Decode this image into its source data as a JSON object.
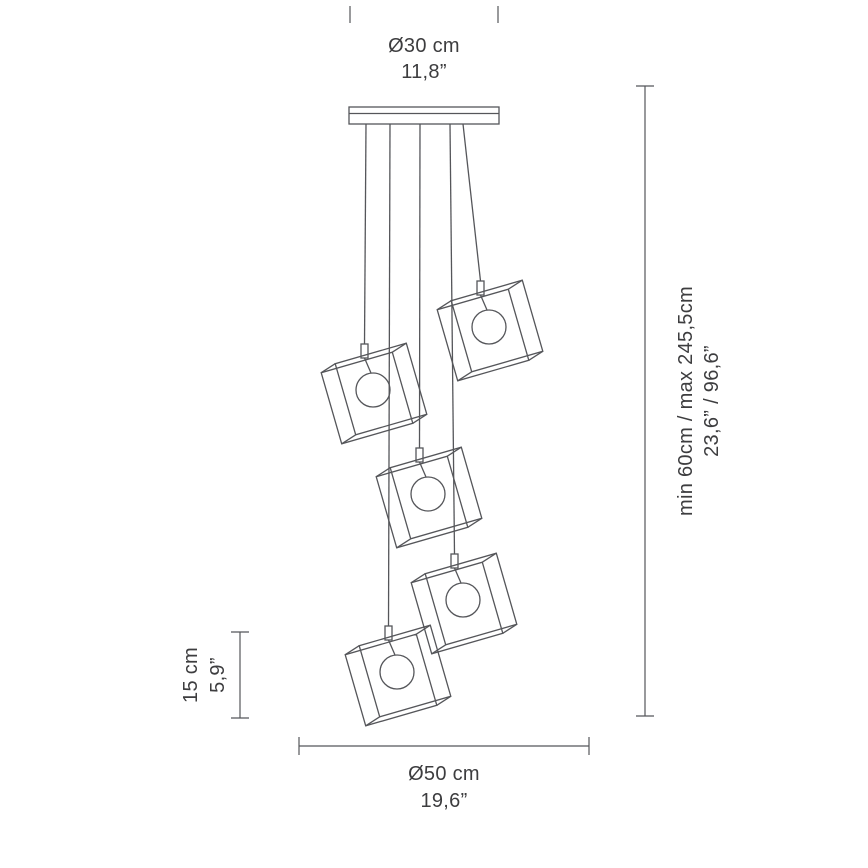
{
  "diagram": {
    "name": "Pendant lamp dimension drawing",
    "pendant_count": 5,
    "colors": {
      "line": "#55565a",
      "text": "#3d3d3f",
      "background": "#ffffff"
    },
    "labels": {
      "canopy_cm": "Ø30 cm",
      "canopy_in": "11,8”",
      "drop_cm": "min 60cm / max 245,5cm",
      "drop_in": "23,6” / 96,6”",
      "shade_cm": "15 cm",
      "shade_in": "5,9”",
      "spread_cm": "Ø50 cm",
      "spread_in": "19,6”"
    }
  }
}
